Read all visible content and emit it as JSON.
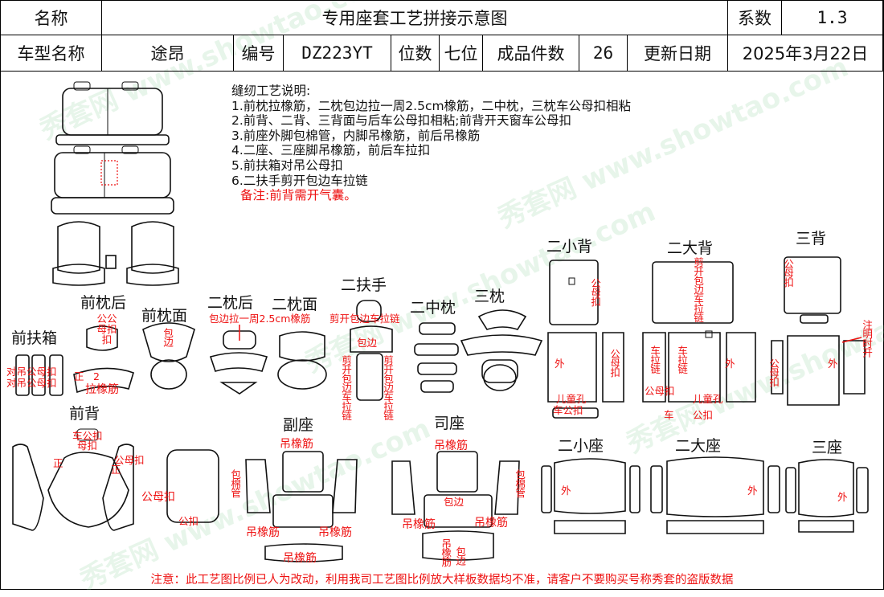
{
  "header": {
    "name_label": "名称",
    "title": "专用座套工艺拼接示意图",
    "coef_label": "系数",
    "coef_value": "1.3",
    "model_label": "车型名称",
    "model_value": "途昂",
    "code_label": "编号",
    "code_value": "DZ223YT",
    "seats_label": "位数",
    "seats_value": "七位",
    "pieces_label": "成品件数",
    "pieces_value": "26",
    "date_label": "更新日期",
    "date_value": "2025年3月22日"
  },
  "notes": {
    "title": "缝纫工艺说明:",
    "items": [
      "1.前枕拉橡筋，二枕包边拉一周2.5cm橡筋，二中枕，三枕车公母扣相粘",
      "2.前背、二背、三背面与后车公母扣相粘;前背开天窗车公母扣",
      "3.前座外脚包棉管，内脚吊橡筋，前后吊橡筋",
      "4.二座、三座脚吊橡筋，前后车拉扣",
      "5.前扶箱对吊公母扣",
      "6.二扶手剪开包边车拉链"
    ],
    "remark": "备注:前背需开气囊。"
  },
  "parts": {
    "front_armrest_box": "前扶箱",
    "front_pillow_back": "前枕后",
    "front_pillow_face": "前枕面",
    "second_pillow_back": "二枕后",
    "second_pillow_face": "二枕面",
    "second_armrest": "二扶手",
    "second_mid_pillow": "二中枕",
    "third_pillow": "三枕",
    "second_small_back": "二小背",
    "second_big_back": "二大背",
    "third_back": "三背",
    "front_back": "前背",
    "passenger_seat": "副座",
    "driver_seat": "司座",
    "second_small_seat": "二小座",
    "second_big_seat": "二大座",
    "third_seat": "三座"
  },
  "annotations": {
    "box_hang_1": "对吊公母扣",
    "box_hang_2": "对吊公母扣",
    "male_female_clasp_small": "公公母扣扣",
    "zheng_pos": "正",
    "pos_2": "2",
    "elastic_pull": "拉橡筋",
    "wrap_edge": "包边",
    "wrap_edge_2": "包边",
    "edge_pull_elastic": "包边拉一周2.5cm橡筋",
    "cut_edge_zipper": "剪开包边车拉链",
    "cut_edge_zipper_left": "剪开包边车拉链",
    "cut_edge_zipper_right": "剪开包边车拉链",
    "clasp_v1": "公母扣",
    "outer_1": "外",
    "clasp_v2": "公母扣",
    "child_clasp_1": "儿童孔",
    "child_clasp_2": "车公扣",
    "big_back_zipper": "剪开包边车拉链",
    "car_pull_1": "车拉链",
    "car_pull_2": "车拉链",
    "clasp_v3": "公母扣",
    "outer_2": "外",
    "child_clasp_3": "儿童孔",
    "child_clasp_4": "车",
    "child_clasp_5": "公扣",
    "third_back_clasp": "公母扣",
    "note_open": "注明时开",
    "third_back_clasp_2": "公母扣",
    "outer_3": "外",
    "front_back_mark_1": "车公扣",
    "front_back_mark_2": "母扣",
    "front_back_mark_3": "正",
    "front_back_mark_4": "公母扣",
    "front_back_mark_5": "正",
    "clasp_face": "公母扣",
    "clasp_face_2": "公扣",
    "hang_elastic_top_1": "吊橡筋",
    "cotton_tube_1": "包棉管",
    "hang_elastic_l1": "吊橡筋",
    "hang_elastic_r1": "吊橡筋",
    "hang_elastic_bottom_1": "吊橡筋",
    "hang_elastic_top_2": "吊橡筋",
    "cotton_tube_2": "包棉管",
    "wrap_mid": "包边",
    "hang_elastic_l2": "吊橡筋",
    "hang_elastic_r2": "吊橡筋",
    "hang_elastic_bottom_2": "吊橡筋",
    "wrap_bottom_2": "包边",
    "outer_4": "外",
    "outer_5": "外",
    "outer_6": "外"
  },
  "footer": "注意：此工艺图比例已人为改动，利用我司工艺图比例放大样板数据均不准，请客户不要购买号称秀套的盗版数据",
  "watermark": "秀套网 www.showtao.com",
  "colors": {
    "accent_red": "#e11111",
    "line": "#111111"
  }
}
